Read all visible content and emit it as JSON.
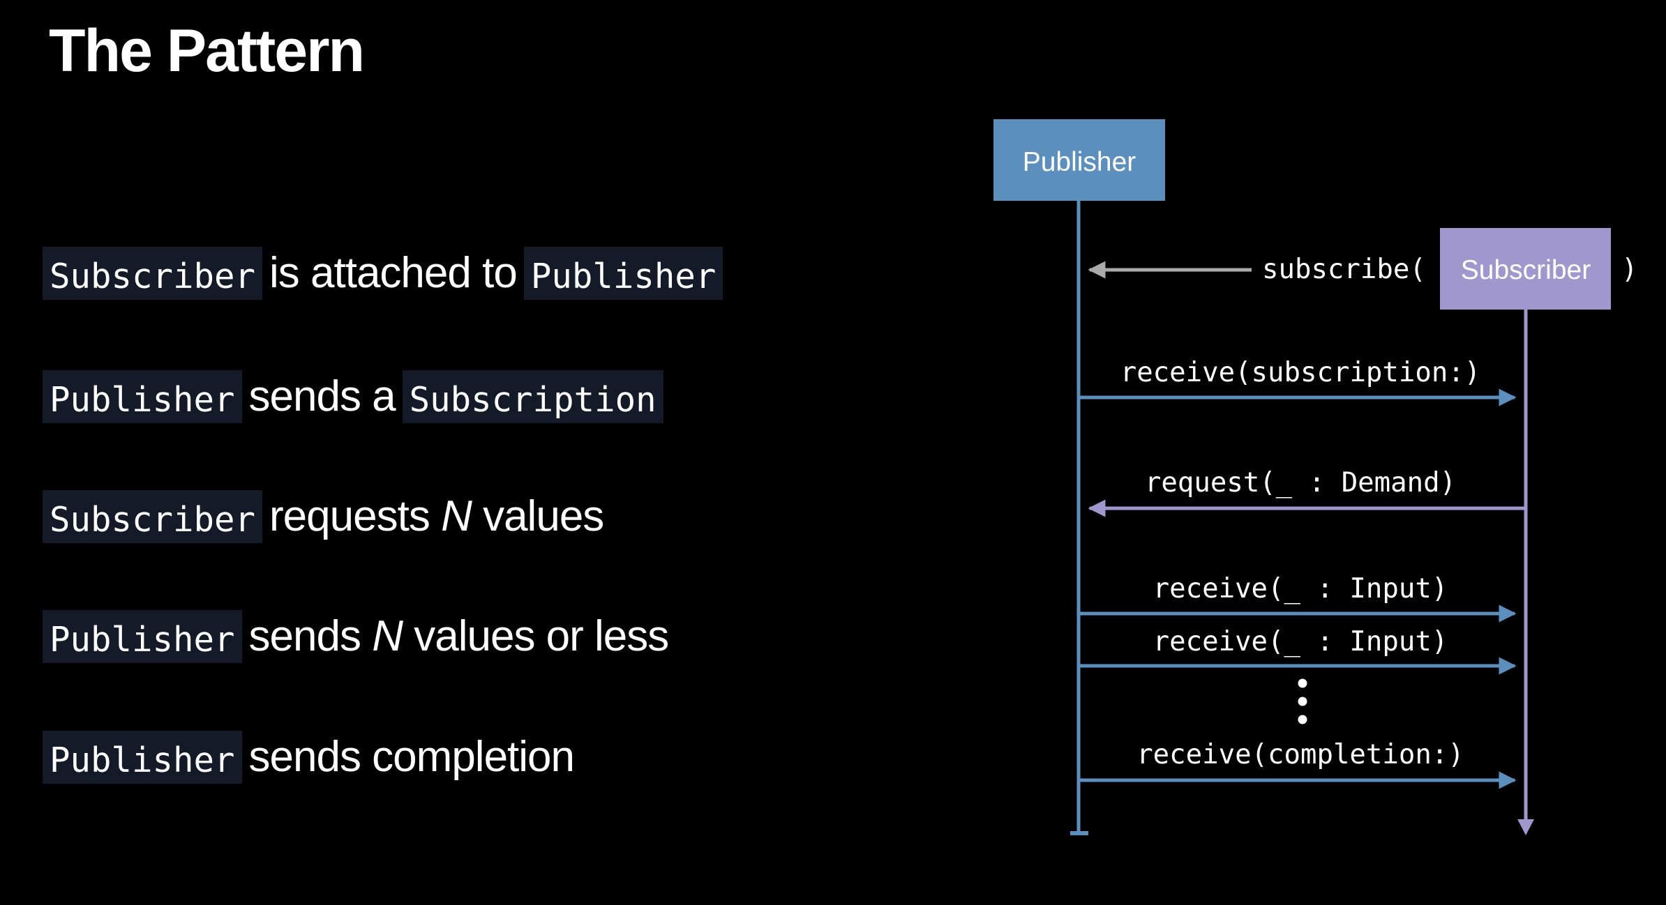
{
  "title": "The Pattern",
  "bullets": [
    {
      "subject": "Subscriber",
      "text": "is attached to",
      "object": "Publisher"
    },
    {
      "subject": "Publisher",
      "text": "sends a",
      "object": "Subscription"
    },
    {
      "subject": "Subscriber",
      "text_before": "requests",
      "italic": "N",
      "text_after": "values"
    },
    {
      "subject": "Publisher",
      "text_before": "sends",
      "italic": "N",
      "text_after": "values or less"
    },
    {
      "subject": "Publisher",
      "text": "sends completion"
    }
  ],
  "diagram": {
    "publisher_label": "Publisher",
    "subscriber_label": "Subscriber",
    "subscribe_prefix": "subscribe(",
    "subscribe_suffix": ")",
    "messages": {
      "receive_subscription": "receive(subscription:)",
      "request_demand": "request(_ : Demand)",
      "receive_input_1": "receive(_ : Input)",
      "receive_input_2": "receive(_ : Input)",
      "receive_completion": "receive(completion:)"
    },
    "colors": {
      "publisher": "#5b8fbd",
      "subscriber": "#9f97cd",
      "subscribe_arrow": "#aaaaaa",
      "code_background": "#151a29",
      "background": "#000000"
    }
  }
}
